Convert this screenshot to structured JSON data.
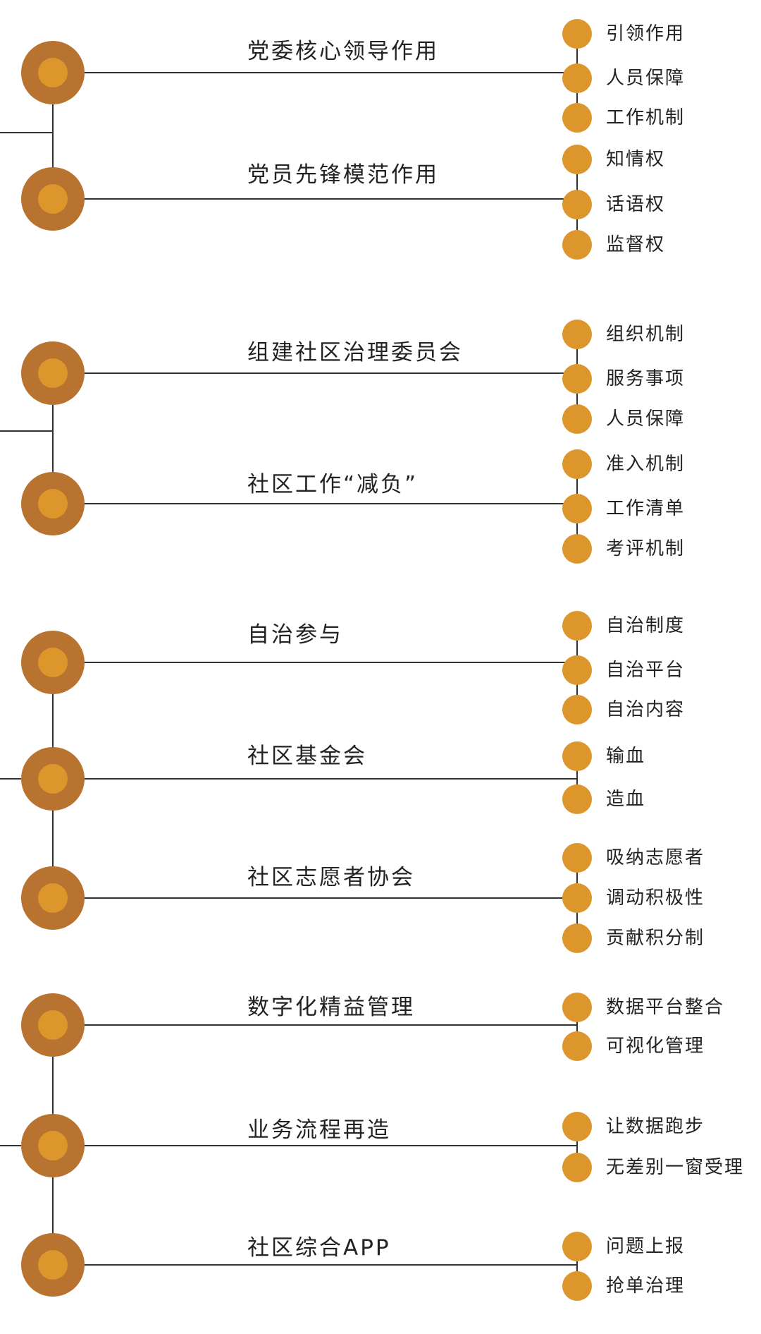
{
  "colors": {
    "outer": "#b87330",
    "inner": "#dd962b",
    "line": "#333333"
  },
  "groups": [
    {
      "nodes": [
        {
          "label": "党委核心领导作用",
          "items": [
            "引领作用",
            "人员保障",
            "工作机制"
          ]
        },
        {
          "label": "党员先锋模范作用",
          "items": [
            "知情权",
            "话语权",
            "监督权"
          ]
        }
      ]
    },
    {
      "nodes": [
        {
          "label": "组建社区治理委员会",
          "items": [
            "组织机制",
            "服务事项",
            "人员保障"
          ]
        },
        {
          "label": "社区工作“减负”",
          "items": [
            "准入机制",
            "工作清单",
            "考评机制"
          ]
        }
      ]
    },
    {
      "nodes": [
        {
          "label": "自治参与",
          "items": [
            "自治制度",
            "自治平台",
            "自治内容"
          ]
        },
        {
          "label": "社区基金会",
          "items": [
            "输血",
            "造血"
          ]
        },
        {
          "label": "社区志愿者协会",
          "items": [
            "吸纳志愿者",
            "调动积极性",
            "贡献积分制"
          ]
        }
      ]
    },
    {
      "nodes": [
        {
          "label": "数字化精益管理",
          "items": [
            "数据平台整合",
            "可视化管理"
          ]
        },
        {
          "label": "业务流程再造",
          "items": [
            "让数据跑步",
            "无差别一窗受理"
          ]
        },
        {
          "label": "社区综合APP",
          "items": [
            "问题上报",
            "抢单治理"
          ]
        }
      ]
    }
  ]
}
